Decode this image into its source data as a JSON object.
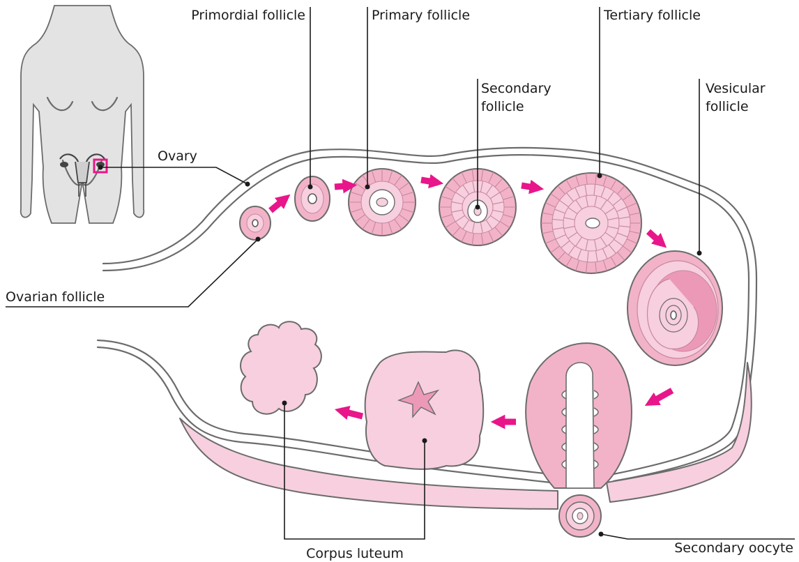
{
  "labels": {
    "primordial": "Primordial follicle",
    "primary": "Primary follicle",
    "secondary_line1": "Secondary",
    "secondary_line2": "follicle",
    "tertiary": "Tertiary follicle",
    "vesicular_line1": "Vesicular",
    "vesicular_line2": "follicle",
    "ovary": "Ovary",
    "ovarian_follicle": "Ovarian follicle",
    "corpus_luteum": "Corpus luteum",
    "secondary_oocyte": "Secondary oocyte"
  },
  "colors": {
    "pink_light": "#f7cfde",
    "pink_mid": "#f2b3c8",
    "pink_deep": "#ec99b8",
    "arrow_magenta": "#e8168a",
    "outline_gray": "#6b6b6b",
    "body_gray": "#e3e3e3"
  }
}
